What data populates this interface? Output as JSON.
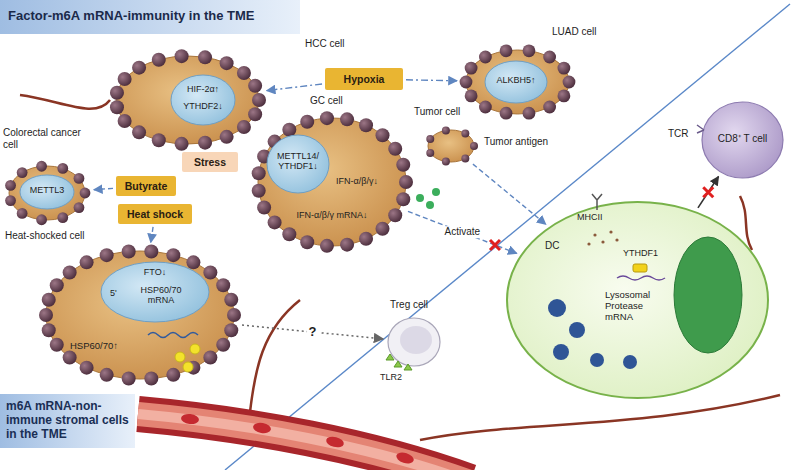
{
  "diagram": {
    "title": "Factor-m6A mRNA-immunity in the TME",
    "nodes": [
      {
        "text": [
          "HCC cell"
        ]
      },
      {
        "text": [
          "HIF-2α↑",
          "YTHDF2↓"
        ],
        "in": 0
      },
      {
        "text": [
          "Hypoxia"
        ]
      },
      {
        "text": [
          "LUAD cell"
        ]
      },
      {
        "text": [
          "ALKBH5↑"
        ],
        "in": 3
      },
      {
        "text": [
          "CD8⁺ T cell"
        ]
      },
      {
        "text": [
          "Colorectal cancer cell"
        ]
      },
      {
        "text": [
          "METTL3"
        ],
        "in": 6
      },
      {
        "text": [
          "Butyrate"
        ]
      },
      {
        "text": [
          "Stress"
        ]
      },
      {
        "text": [
          "Heat shock"
        ]
      },
      {
        "text": [
          "GC cell",
          "IFN-α/β/γ mRNA↓",
          "IFN-α/β/γ↓"
        ]
      },
      {
        "text": [
          "METTL14/ YTHDF1↓"
        ],
        "in": 11
      },
      {
        "text": [
          "Tumor cell",
          "Tumor antigen"
        ]
      },
      {
        "text": [
          "DC",
          "MHCII",
          "YTHDF1",
          "Lysosomal Protease mRNA"
        ]
      },
      {
        "text": [
          "Heat-shocked cell",
          "HSP60/70↑"
        ]
      },
      {
        "text": [
          "FTO↓",
          "5'",
          "HSP60/70 mRNA"
        ],
        "in": 15
      },
      {
        "text": [
          "Treg cell",
          "TLR2"
        ]
      },
      {
        "text": [
          "m6A mRNA-non-immune stromal cells in the TME"
        ]
      }
    ],
    "edges": [
      {
        "from": 2,
        "to": 0,
        "arrow": "to"
      },
      {
        "from": 2,
        "to": 3,
        "arrow": "to"
      },
      {
        "from": 8,
        "to": 6,
        "arrow": "to"
      },
      {
        "from": 10,
        "to": 15,
        "arrow": "to"
      },
      {
        "from": 13,
        "to": 14,
        "arrow": "to"
      },
      {
        "from": 11,
        "to": 14,
        "label": "Activate",
        "arrow": "to"
      },
      {
        "from": 14,
        "to": 5,
        "arrow": "to"
      },
      {
        "from": 15,
        "to": 17,
        "label": "?",
        "arrow": "to"
      }
    ],
    "labels": [
      "TCR"
    ]
  }
}
